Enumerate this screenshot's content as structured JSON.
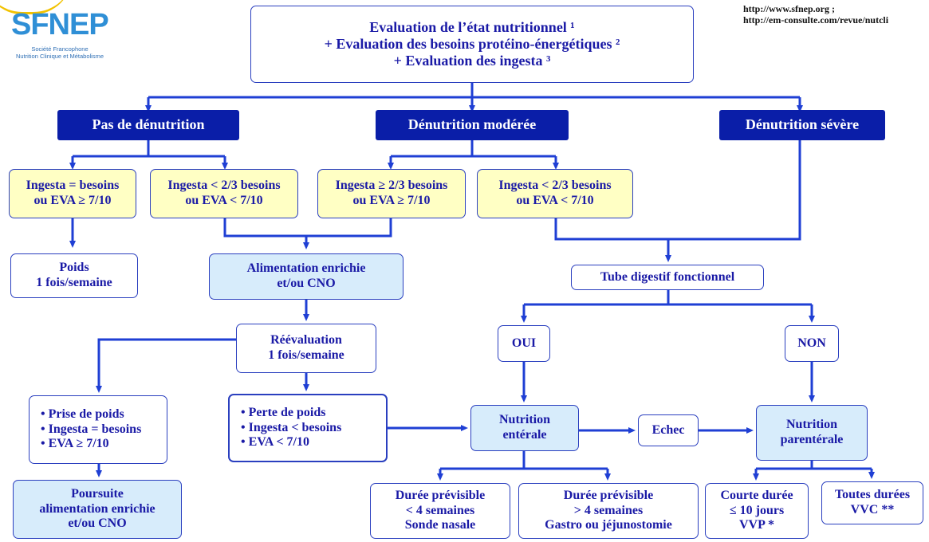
{
  "header": {
    "logo_name": "SFNEP",
    "logo_sub_1": "Société Francophone",
    "logo_sub_2": "Nutrition Clinique et Métabolisme",
    "link_1": "http://www.sfnep.org ;",
    "link_2": "http://em-consulte.com/revue/nutcli"
  },
  "top": {
    "line_1": "Evaluation de l’état nutritionnel ¹",
    "line_2": "+ Evaluation des besoins protéino-énergétiques ²",
    "line_3": "+ Evaluation des ingesta ³"
  },
  "levels": {
    "none": "Pas de dénutrition",
    "moderate": "Dénutrition modérée",
    "severe": "Dénutrition sévère"
  },
  "ingesta": {
    "a_1": "Ingesta = besoins",
    "a_2": "ou EVA ≥ 7/10",
    "b_1": "Ingesta < 2/3 besoins",
    "b_2": "ou EVA < 7/10",
    "c_1": "Ingesta  ≥ 2/3 besoins",
    "c_2": "ou EVA ≥ 7/10",
    "d_1": "Ingesta < 2/3 besoins",
    "d_2": "ou EVA < 7/10"
  },
  "poids": {
    "line_1": "Poids",
    "line_2": "1 fois/semaine"
  },
  "alim": {
    "line_1": "Alimentation enrichie",
    "line_2": "et/ou CNO"
  },
  "reeval": {
    "line_1": "Réévaluation",
    "line_2": "1 fois/semaine"
  },
  "tube": "Tube digestif fonctionnel",
  "oui": "OUI",
  "non": "NON",
  "prise": {
    "line_1": "• Prise de poids",
    "line_2": "• Ingesta = besoins",
    "line_3": "• EVA ≥ 7/10"
  },
  "perte": {
    "line_1": "• Perte de poids",
    "line_2": "• Ingesta < besoins",
    "line_3": "• EVA < 7/10"
  },
  "enterale": {
    "line_1": "Nutrition",
    "line_2": "entérale"
  },
  "echec": "Echec",
  "parenterale": {
    "line_1": "Nutrition",
    "line_2": "parentérale"
  },
  "poursuite": {
    "line_1": "Poursuite",
    "line_2": "alimentation enrichie",
    "line_3": "et/ou CNO"
  },
  "duree_courte": {
    "line_1": "Durée prévisible",
    "line_2": "< 4 semaines",
    "line_3": "Sonde nasale"
  },
  "duree_longue": {
    "line_1": "Durée prévisible",
    "line_2": "> 4 semaines",
    "line_3": "Gastro ou jéjunostomie"
  },
  "courte": {
    "line_1": "Courte durée",
    "line_2": "≤ 10 jours",
    "line_3": "VVP *"
  },
  "toutes": {
    "line_1": "Toutes durées",
    "line_2": "VVC **"
  },
  "colors": {
    "dark_blue": "#0a1ea8",
    "connector": "#1f3fd4",
    "yellow_fill": "#ffffc4",
    "light_blue_fill": "#d7ecfb",
    "logo_blue": "#2f8fd6"
  }
}
